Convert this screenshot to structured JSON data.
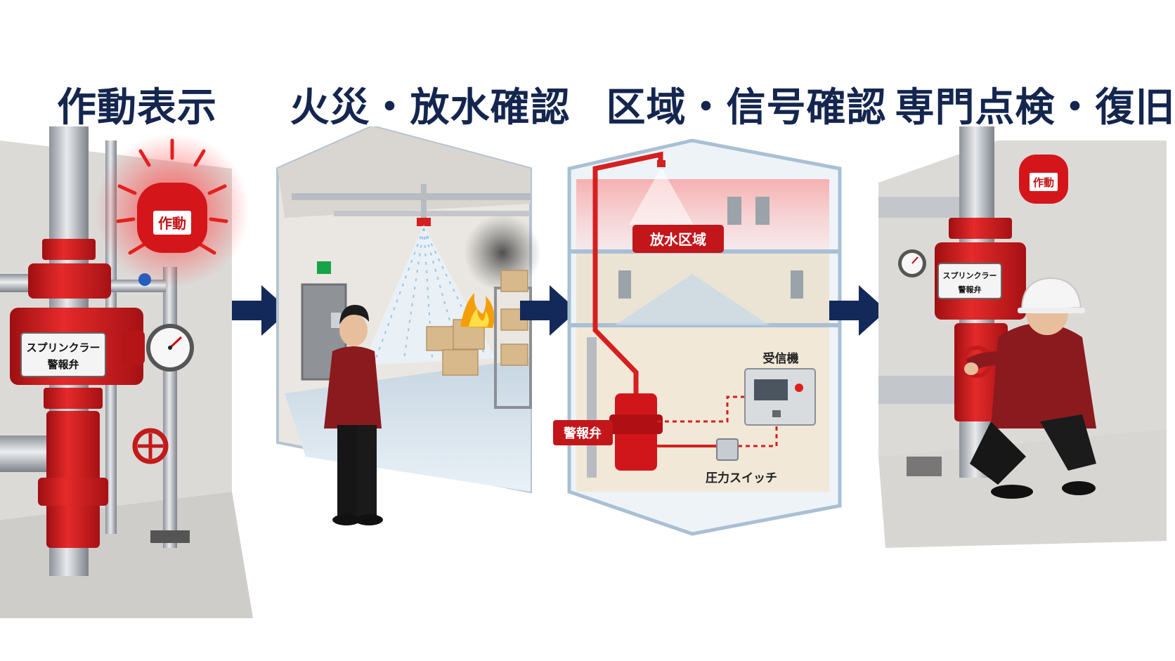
{
  "steps": [
    {
      "title": "作動表示",
      "labels": {
        "alarm_lamp": "作動",
        "valve_plate_line1": "スプリンクラー",
        "valve_plate_line2": "警報弁"
      }
    },
    {
      "title": "火災・放水確認"
    },
    {
      "title": "区域・信号確認",
      "labels": {
        "zone": "放水区域",
        "receiver": "受信機",
        "alarm_valve": "警報弁",
        "pressure_switch": "圧力スイッチ"
      }
    },
    {
      "title": "専門点検・復旧",
      "labels": {
        "alarm_lamp": "作動",
        "valve_plate_line1": "スプリンクラー",
        "valve_plate_line2": "警報弁"
      }
    }
  ],
  "colors": {
    "title": "#14264f",
    "arrow": "#13295a",
    "valve_red": "#d0161b",
    "signal_line": "#d42020",
    "pipe": "#b8bcc2",
    "zone_glow": "#f7b3b3"
  },
  "icons": [
    "arrow-right-icon",
    "exit-sign-icon",
    "fire-icon",
    "sprinkler-head-icon",
    "pressure-gauge-icon",
    "alarm-lamp-icon"
  ]
}
